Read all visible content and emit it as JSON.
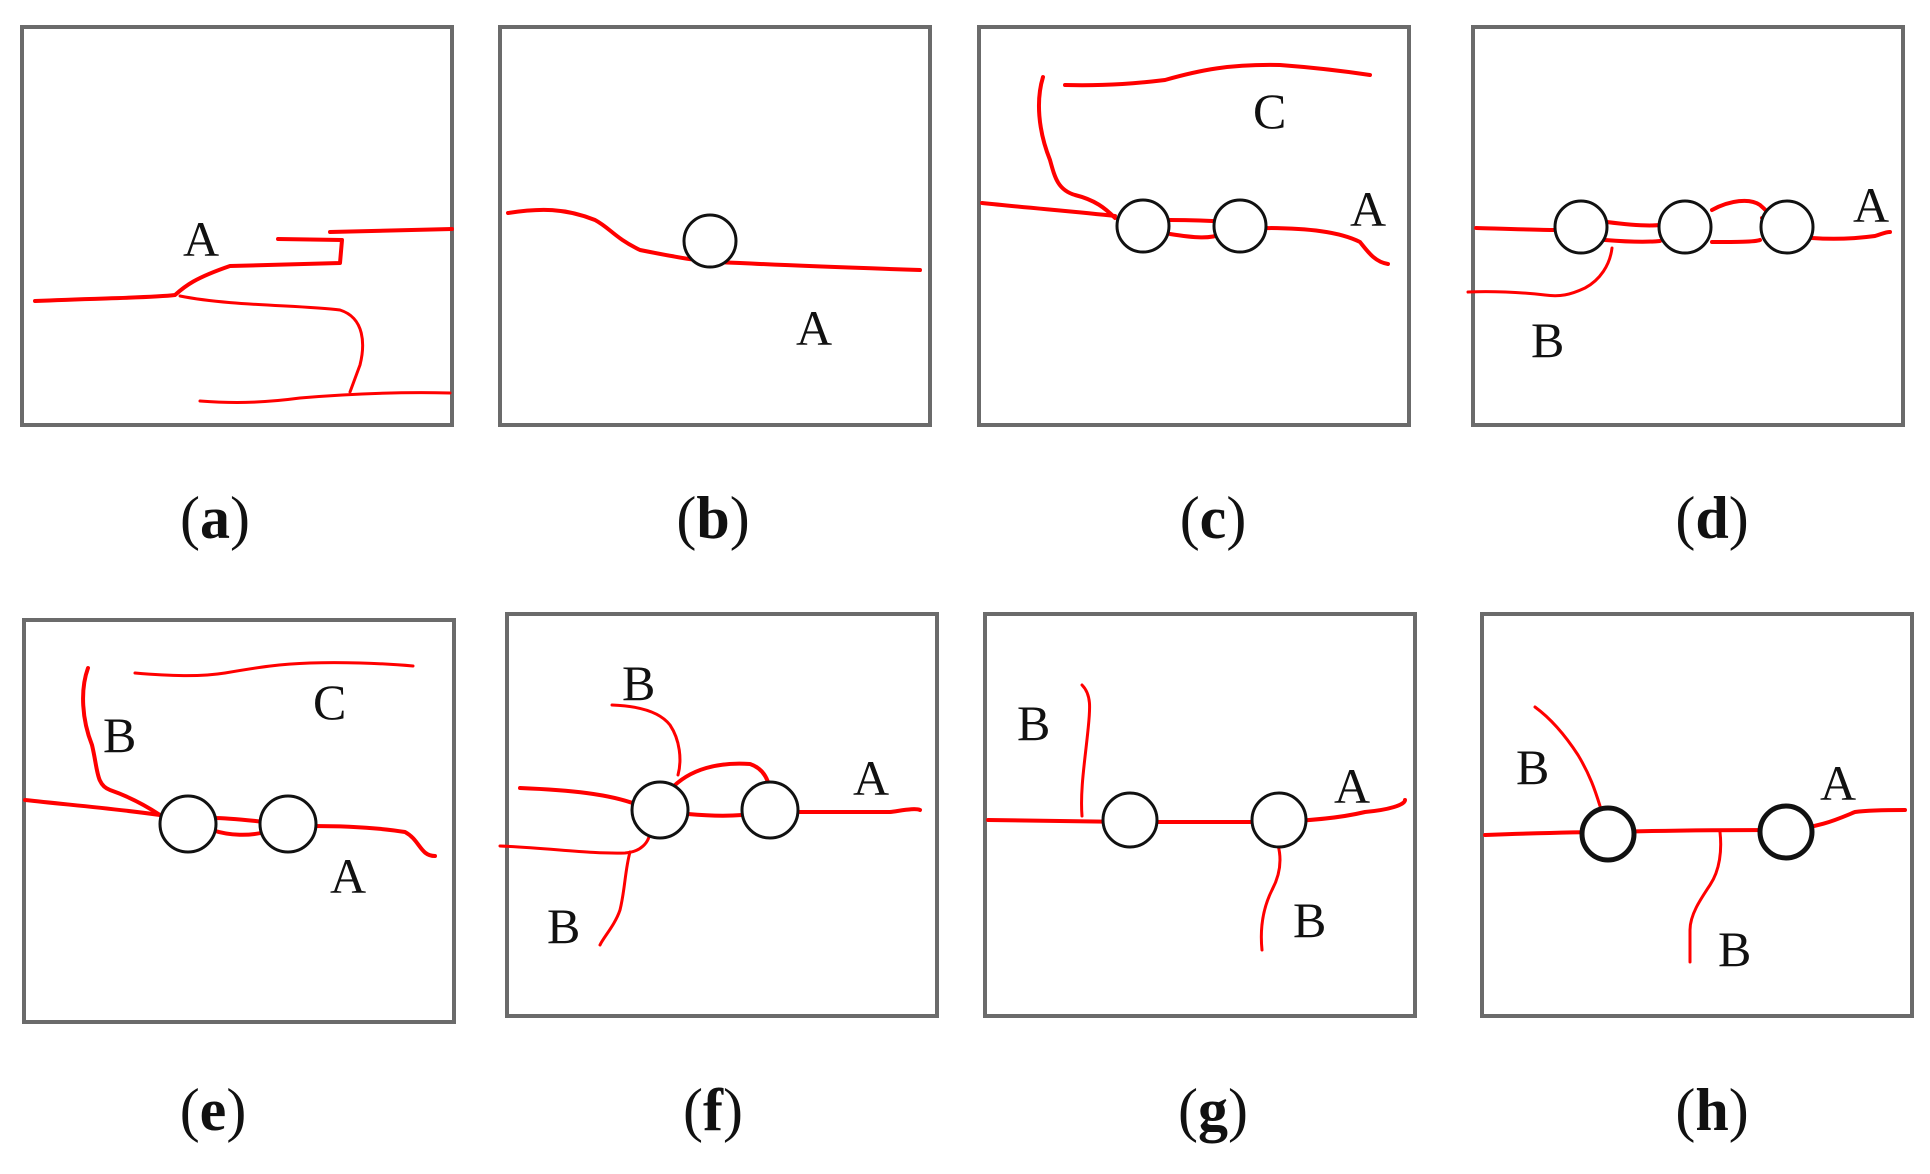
{
  "colors": {
    "crack": "#ff0000",
    "frame": "#6b6b6b",
    "hole": "#111111"
  },
  "panels": [
    {
      "id": "a",
      "caption": {
        "open": "(",
        "letter": "a",
        "close": ")"
      },
      "labels": [
        "A"
      ]
    },
    {
      "id": "b",
      "caption": {
        "open": "(",
        "letter": "b",
        "close": ")"
      },
      "labels": [
        "A"
      ]
    },
    {
      "id": "c",
      "caption": {
        "open": "(",
        "letter": "c",
        "close": ")"
      },
      "labels": [
        "C",
        "A"
      ]
    },
    {
      "id": "d",
      "caption": {
        "open": "(",
        "letter": "d",
        "close": ")"
      },
      "labels": [
        "A",
        "B"
      ]
    },
    {
      "id": "e",
      "caption": {
        "open": "(",
        "letter": "e",
        "close": ")"
      },
      "labels": [
        "C",
        "B",
        "A"
      ]
    },
    {
      "id": "f",
      "caption": {
        "open": "(",
        "letter": "f",
        "close": ")"
      },
      "labels": [
        "B",
        "A",
        "B"
      ]
    },
    {
      "id": "g",
      "caption": {
        "open": "(",
        "letter": "g",
        "close": ")"
      },
      "labels": [
        "B",
        "A",
        "B"
      ]
    },
    {
      "id": "h",
      "caption": {
        "open": "(",
        "letter": "h",
        "close": ")"
      },
      "labels": [
        "B",
        "A",
        "B"
      ]
    }
  ]
}
